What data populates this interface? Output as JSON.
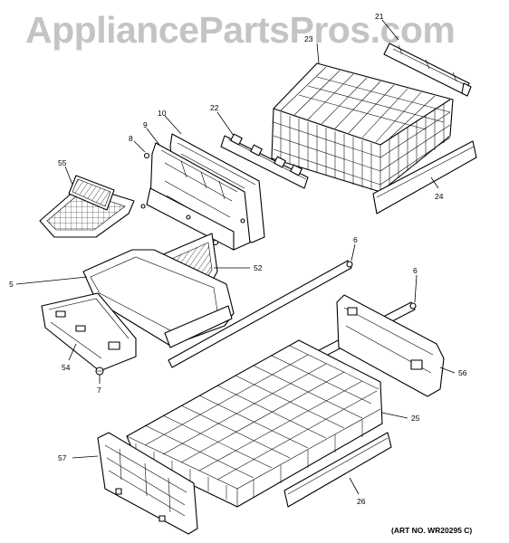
{
  "watermark": "AppliancePartsPros.com",
  "art_number": "(ART NO. WR20295 C)",
  "callouts": [
    "21",
    "23",
    "22",
    "10",
    "9",
    "8",
    "55",
    "24",
    "6",
    "5",
    "52",
    "6",
    "54",
    "7",
    "56",
    "25",
    "57",
    "26"
  ]
}
